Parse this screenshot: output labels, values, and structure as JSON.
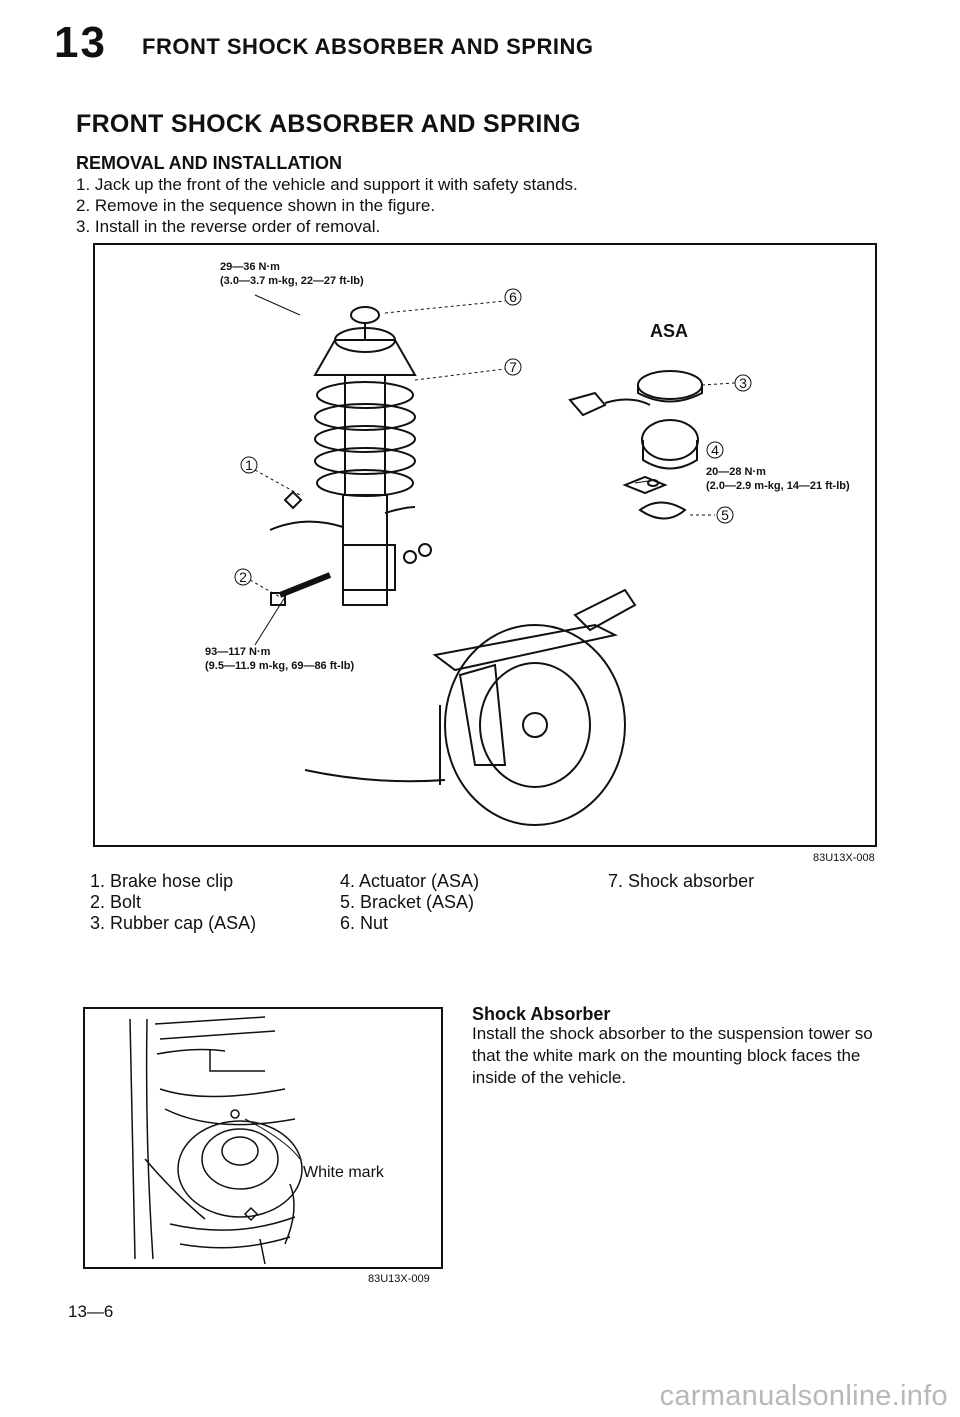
{
  "header": {
    "chapter_number": "13",
    "title": "FRONT SHOCK ABSORBER AND SPRING"
  },
  "section_title": "FRONT SHOCK ABSORBER AND SPRING",
  "subsection_title": "REMOVAL AND INSTALLATION",
  "steps": [
    "1. Jack up the front of the vehicle and support it with safety stands.",
    "2. Remove in the sequence shown in the figure.",
    "3. Install in the reverse order of removal."
  ],
  "figure1": {
    "code": "83U13X-008",
    "asa_label": "ASA",
    "torque_top": {
      "line1": "29—36 N·m",
      "line2": "(3.0—3.7 m-kg, 22—27 ft-lb)"
    },
    "torque_bolt": {
      "line1": "93—117 N·m",
      "line2": "(9.5—11.9 m-kg, 69—86 ft-lb)"
    },
    "torque_asa": {
      "line1": "20—28 N·m",
      "line2": "(2.0—2.9 m-kg, 14—21 ft-lb)"
    },
    "callouts": [
      "1",
      "2",
      "3",
      "4",
      "5",
      "6",
      "7"
    ]
  },
  "legend": {
    "col1": [
      "1. Brake hose clip",
      "2. Bolt",
      "3. Rubber cap (ASA)"
    ],
    "col2": [
      "4. Actuator (ASA)",
      "5. Bracket (ASA)",
      "6. Nut"
    ],
    "col3": [
      "7.  Shock absorber"
    ]
  },
  "figure2": {
    "code": "83U13X-009",
    "label": "White mark"
  },
  "note": {
    "title": "Shock Absorber",
    "body": "Install the shock absorber to the suspension tower so that the white mark on the mounting block faces the inside of the vehicle."
  },
  "page_number": "13—6",
  "watermark": "carmanualsonline.info"
}
